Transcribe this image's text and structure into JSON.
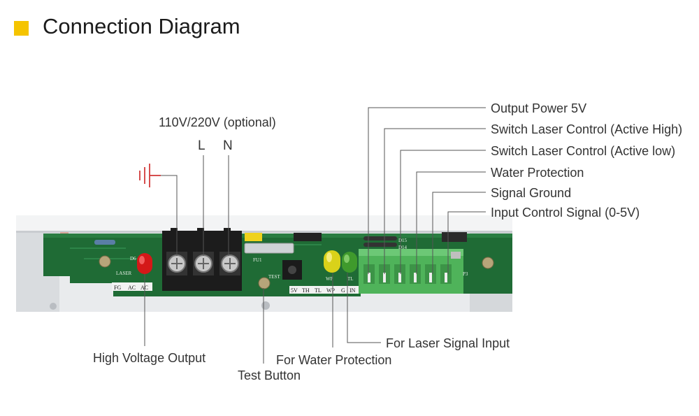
{
  "header": {
    "title": "Connection Diagram",
    "accent_color": "#f5c400"
  },
  "power_input": {
    "label": "110V/220V (optional)",
    "terminal_l": "L",
    "terminal_n": "N",
    "ground_icon": "earth-ground-icon"
  },
  "right_callouts": [
    "Output Power 5V",
    "Switch Laser Control (Active High)",
    "Switch Laser Control (Active low)",
    "Water Protection",
    "Signal Ground",
    "Input Control Signal (0-5V)"
  ],
  "bottom_callouts": {
    "high_voltage": "High Voltage Output",
    "test_button": "Test Button",
    "water_protection": "For Water Protection",
    "laser_signal": "For Laser Signal Input"
  },
  "board_markings": {
    "laser": "LASER",
    "d6": "D6",
    "fg": "FG",
    "ac1": "AC",
    "ac2": "AC",
    "fuse": "FU1",
    "test": "TEST",
    "wp": "WP",
    "tl": "TL",
    "d15": "D15",
    "d14": "D14",
    "p3": "P3",
    "pins": [
      "5V",
      "TH",
      "TL",
      "WP",
      "G",
      "IN"
    ]
  },
  "colors": {
    "pcb": "#1f6b35",
    "terminal": "#1c1c1c",
    "connector": "#4fb35a",
    "led_red": "#d41818",
    "led_yellow": "#d9d21a",
    "led_green": "#3f9a2c",
    "ground": "#d23a3a"
  }
}
